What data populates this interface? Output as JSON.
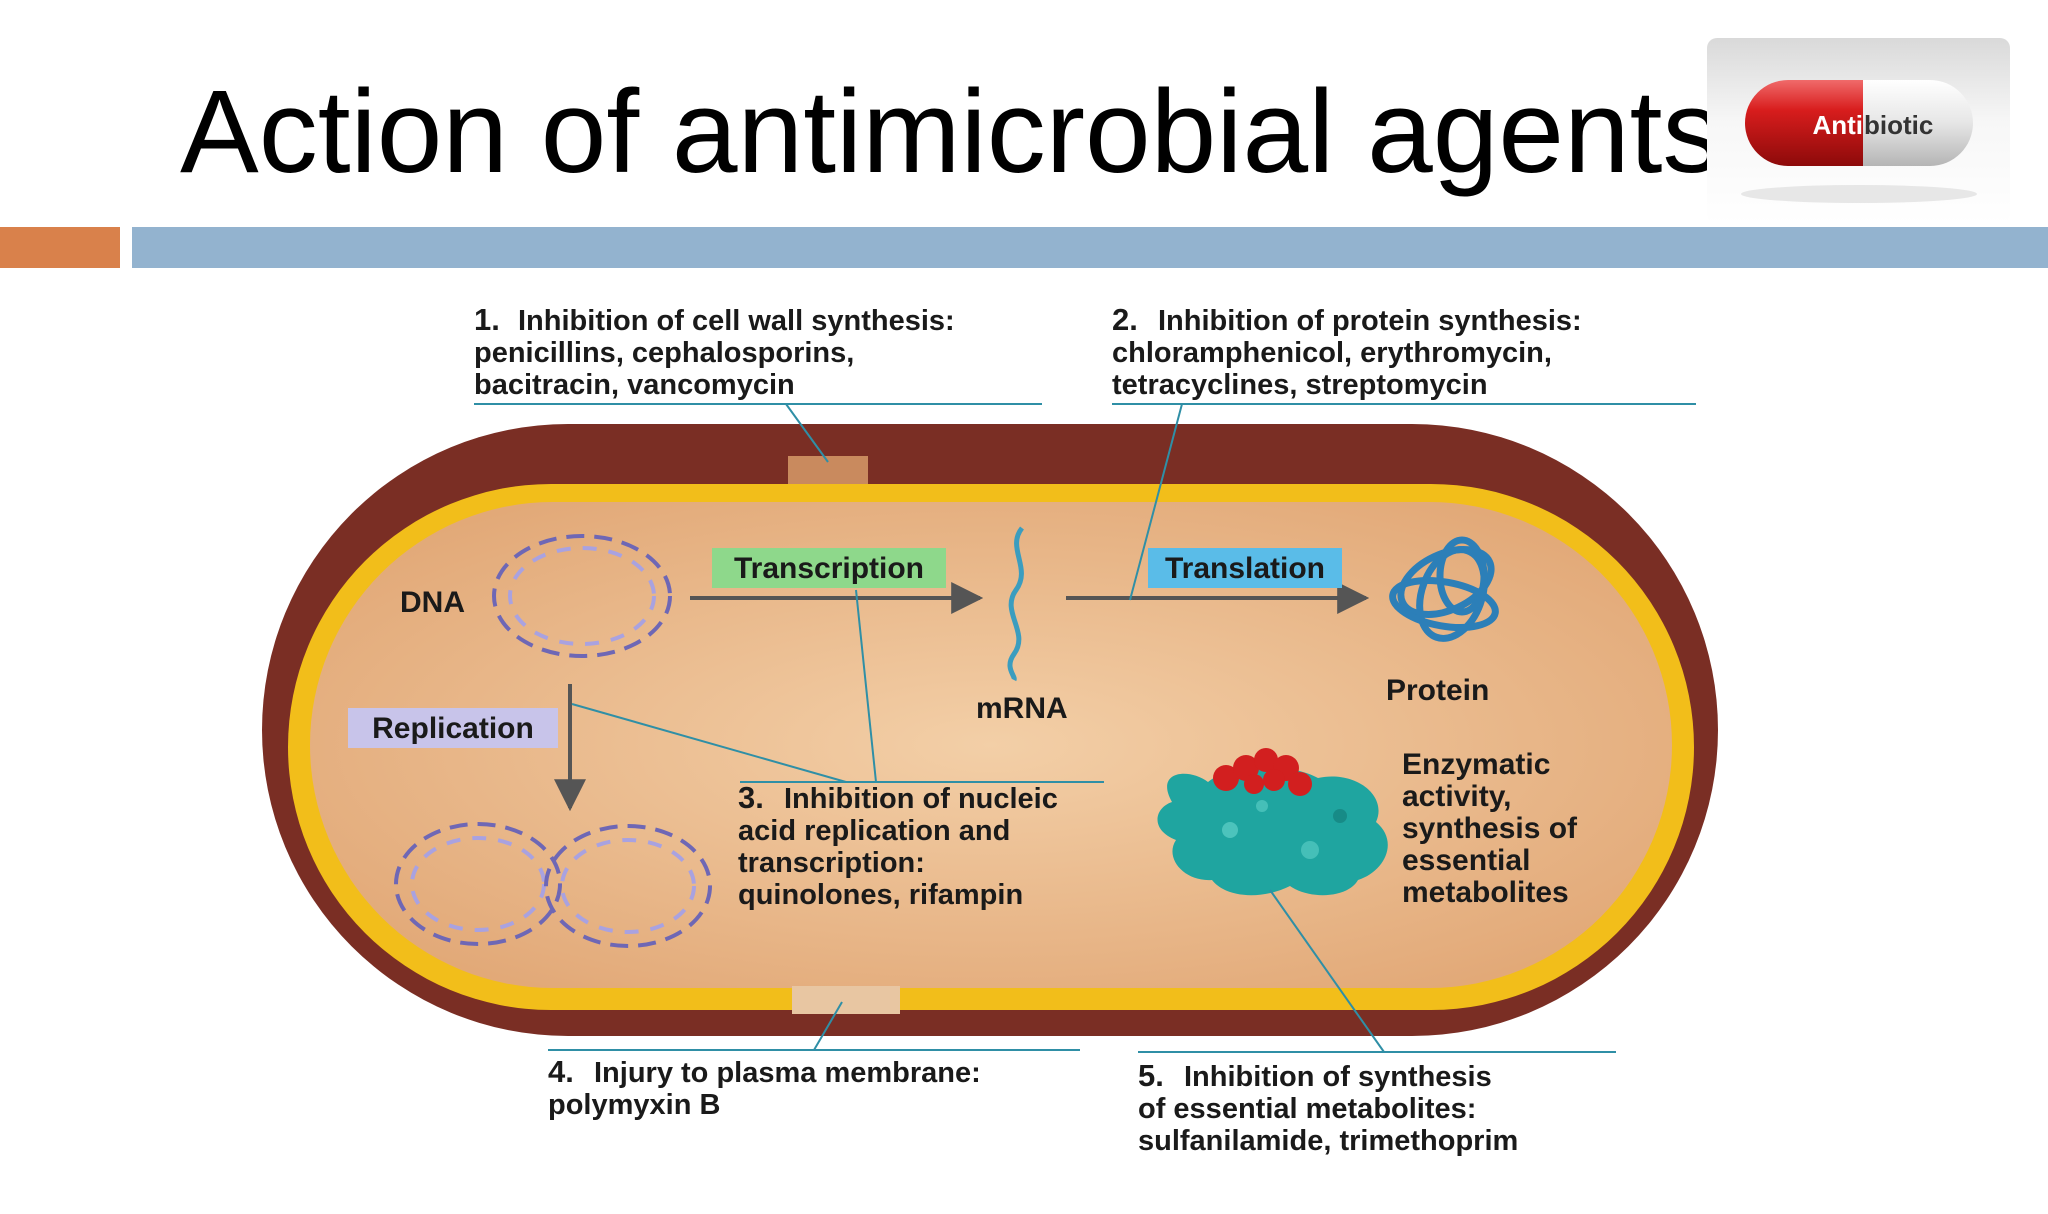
{
  "slide": {
    "title": "Action of antimicrobial agents",
    "logo_text_left": "Anti",
    "logo_text_right": "biotic"
  },
  "colors": {
    "accent_orange": "#D9814B",
    "accent_blue": "#93B3CF",
    "cell_wall": "#7A2E24",
    "membrane": "#F2BE1A",
    "cytoplasm": "#E9B98E",
    "leader_line": "#2F8FA6",
    "transcription_box": "#8ED88B",
    "translation_box": "#5ABCE8",
    "replication_box": "#C8C4EA",
    "enzyme": "#1FA5A0",
    "substrate": "#D21F1F"
  },
  "diagram": {
    "labels": {
      "dna": "DNA",
      "mrna": "mRNA",
      "protein": "Protein",
      "transcription": "Transcription",
      "translation": "Translation",
      "replication": "Replication",
      "enzymatic": [
        "Enzymatic",
        "activity,",
        "synthesis of",
        "essential",
        "metabolites"
      ]
    },
    "captions": {
      "c1": {
        "num": "1.",
        "lines": [
          "Inhibition of cell wall synthesis:",
          "penicillins, cephalosporins,",
          "bacitracin, vancomycin"
        ]
      },
      "c2": {
        "num": "2.",
        "lines": [
          "Inhibition of protein synthesis:",
          "chloramphenicol, erythromycin,",
          "tetracyclines, streptomycin"
        ]
      },
      "c3": {
        "num": "3.",
        "lines": [
          "Inhibition of nucleic",
          "acid replication and",
          "transcription:",
          "quinolones, rifampin"
        ]
      },
      "c4": {
        "num": "4.",
        "lines": [
          "Injury to plasma membrane:",
          "polymyxin B"
        ]
      },
      "c5": {
        "num": "5.",
        "lines": [
          "Inhibition of synthesis",
          "of essential metabolites:",
          "sulfanilamide, trimethoprim"
        ]
      }
    }
  }
}
